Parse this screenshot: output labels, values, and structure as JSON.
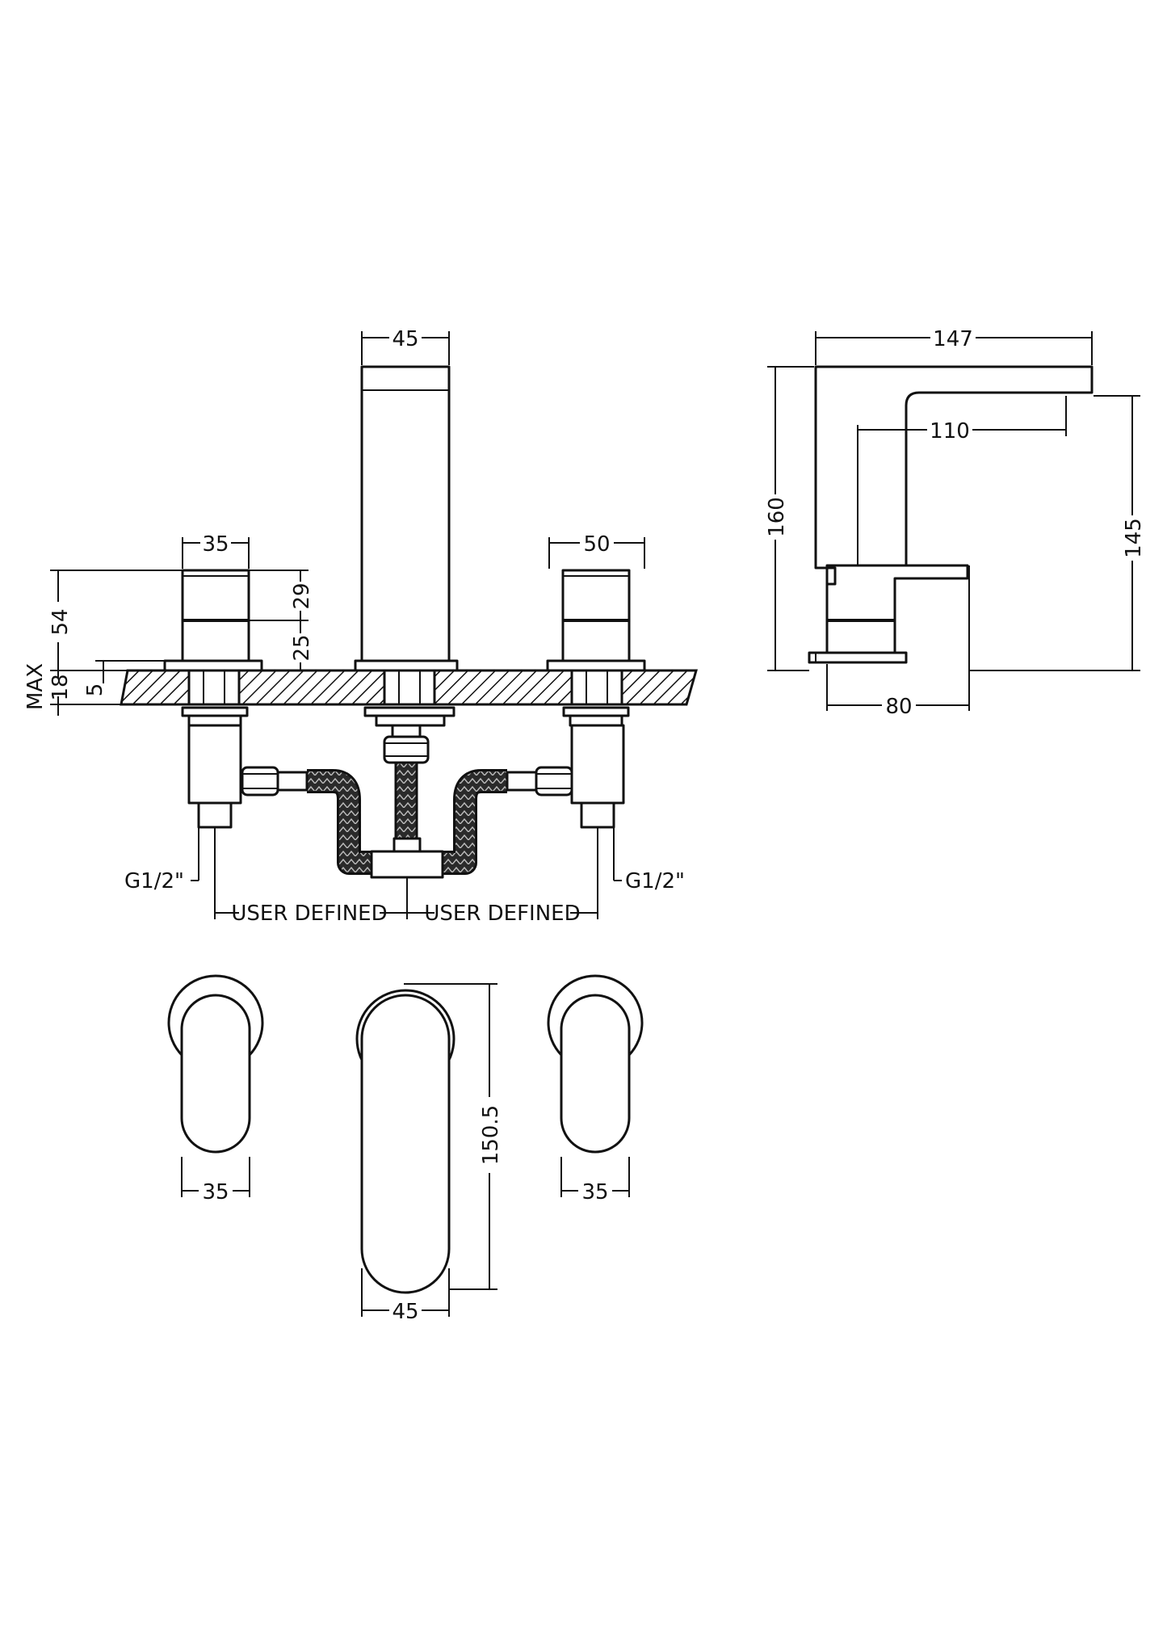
{
  "front_view": {
    "spout_width": "45",
    "left_handle_width": "35",
    "right_handle_width": "50",
    "height_total": "54",
    "height_upper": "29",
    "height_lower": "25",
    "deck_max": "18",
    "deck_max_label": "MAX",
    "base_plate": "5",
    "thread_left": "G1/2\"",
    "thread_right": "G1/2\"",
    "spacing_left": "USER DEFINED",
    "spacing_right": "USER DEFINED"
  },
  "side_view": {
    "total_projection": "147",
    "spout_projection": "110",
    "total_height": "160",
    "outlet_height": "145",
    "base_depth": "80"
  },
  "top_view": {
    "left_handle_width": "35",
    "right_handle_width": "35",
    "spout_length": "150.5",
    "spout_width": "45"
  }
}
